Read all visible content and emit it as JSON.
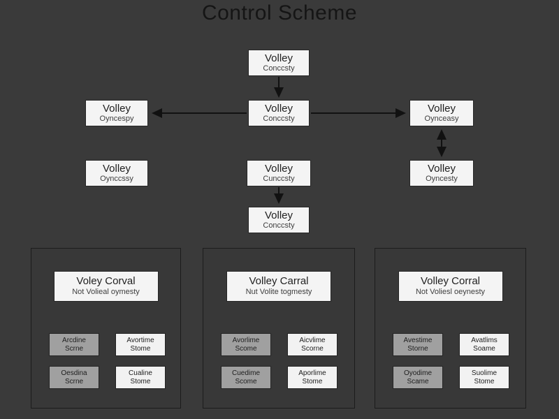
{
  "title": "Control Scheme",
  "colors": {
    "background": "#3a3a3a",
    "node_background": "#f4f4f4",
    "node_border": "#262626",
    "gray_box_background": "#a0a0a0",
    "arrow": "#111111",
    "title_text": "#151515"
  },
  "flow": {
    "top": {
      "title": "Volley",
      "subtitle": "Conccsty"
    },
    "mid_left": {
      "title": "Volley",
      "subtitle": "Oyncespy"
    },
    "mid_center": {
      "title": "Volley",
      "subtitle": "Conccsty"
    },
    "mid_right": {
      "title": "Volley",
      "subtitle": "Oynceasy"
    },
    "low_left": {
      "title": "Volley",
      "subtitle": "Oynccssy"
    },
    "low_center": {
      "title": "Volley",
      "subtitle": "Cunccsty"
    },
    "low_right": {
      "title": "Volley",
      "subtitle": "Oyncesty"
    },
    "bot_center": {
      "title": "Volley",
      "subtitle": "Conccsty"
    }
  },
  "groups": [
    {
      "header": {
        "title": "Voley Corval",
        "subtitle": "Not Volieal oymesty"
      },
      "items": [
        {
          "line1": "Arcdine",
          "line2": "Scrne"
        },
        {
          "line1": "Avortime",
          "line2": "Stome"
        },
        {
          "line1": "Oesdina",
          "line2": "Scrne"
        },
        {
          "line1": "Cualine",
          "line2": "Stome"
        }
      ]
    },
    {
      "header": {
        "title": "Volley Carral",
        "subtitle": "Nut Volite togmesty"
      },
      "items": [
        {
          "line1": "Avorlime",
          "line2": "Scome"
        },
        {
          "line1": "Aicvlime",
          "line2": "Scorne"
        },
        {
          "line1": "Cuedime",
          "line2": "Scome"
        },
        {
          "line1": "Aporlime",
          "line2": "Stome"
        }
      ]
    },
    {
      "header": {
        "title": "Volley Corral",
        "subtitle": "Not Voliesl oeynesty"
      },
      "items": [
        {
          "line1": "Avestime",
          "line2": "Storne"
        },
        {
          "line1": "Avatlims",
          "line2": "Soame"
        },
        {
          "line1": "Oyodime",
          "line2": "Scame"
        },
        {
          "line1": "Suolime",
          "line2": "Stome"
        }
      ]
    }
  ]
}
